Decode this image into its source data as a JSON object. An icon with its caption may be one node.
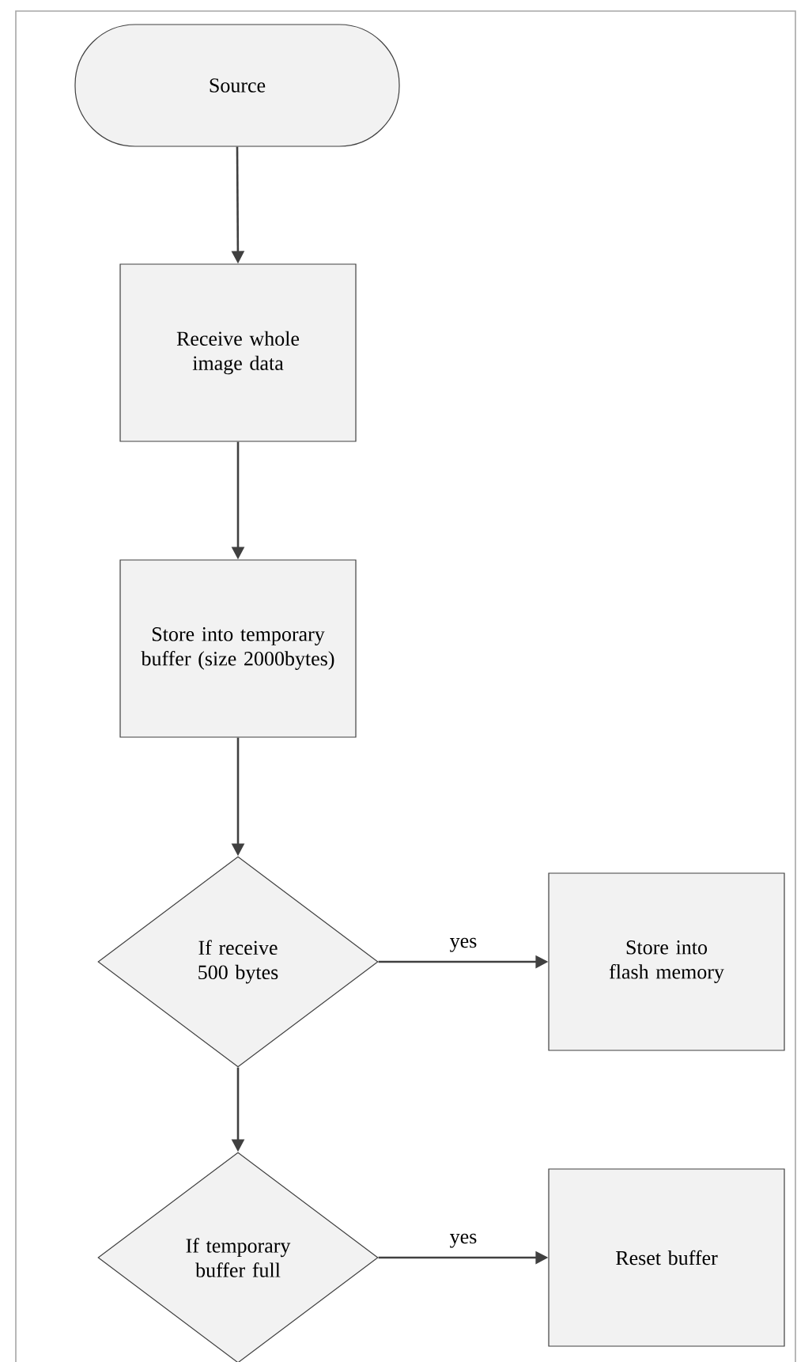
{
  "diagram": {
    "nodes": [
      {
        "text": [
          "Source"
        ]
      },
      {
        "text": [
          "Receive whole image data"
        ]
      },
      {
        "text": [
          "Store into temporary buffer (size 2000bytes)"
        ]
      },
      {
        "text": [
          "If receive 500 bytes"
        ]
      },
      {
        "text": [
          "Store into flash memory"
        ]
      },
      {
        "text": [
          "If temporary buffer full"
        ]
      },
      {
        "text": [
          "Reset buffer"
        ]
      }
    ],
    "edges": [
      {
        "from": 0,
        "to": 1,
        "arrow": "to"
      },
      {
        "from": 1,
        "to": 2,
        "arrow": "to"
      },
      {
        "from": 2,
        "to": 3,
        "arrow": "to"
      },
      {
        "from": 3,
        "to": 4,
        "arrow": "to",
        "label": "yes"
      },
      {
        "from": 3,
        "to": 5,
        "arrow": "to"
      },
      {
        "from": 5,
        "to": 6,
        "arrow": "to",
        "label": "yes"
      }
    ]
  }
}
